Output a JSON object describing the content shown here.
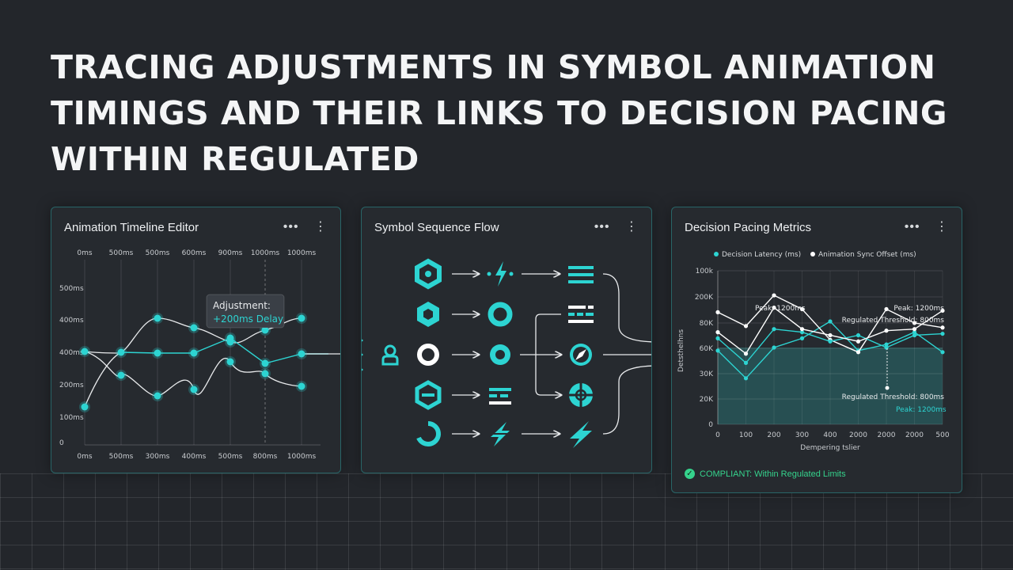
{
  "title": "TRACING ADJUSTMENTS IN SYMBOL ANIMATION TIMINGS AND THEIR LINKS TO DECISION PACING WITHIN REGULATED",
  "colors": {
    "accent": "#2dd4d2",
    "background": "#23262b",
    "compliant": "#35d28c"
  },
  "panels": {
    "timeline": {
      "title": "Animation Timeline Editor",
      "menu_icons": [
        "more-horizontal-icon",
        "more-vertical-icon"
      ],
      "top_ticks": [
        "0ms",
        "500ms",
        "500ms",
        "600ms",
        "900ms",
        "1000ms",
        "1000ms"
      ],
      "bottom_ticks": [
        "0ms",
        "500ms",
        "300ms",
        "400ms",
        "500ms",
        "800ms",
        "1000ms"
      ],
      "y_ticks": [
        "500ms",
        "400ms",
        "400ms",
        "200ms",
        "100ms",
        "0"
      ],
      "tooltip_title": "Adjustment:",
      "tooltip_value": "+200ms Delay"
    },
    "flow": {
      "title": "Symbol Sequence Flow",
      "menu_icons": [
        "more-horizontal-icon",
        "more-vertical-icon"
      ],
      "icons": [
        "hexagon-ring-icon",
        "bolt-icon",
        "lines-icon",
        "hexagon-icon",
        "ring-icon",
        "dashed-lines-icon",
        "user-icon",
        "ring-bold-icon",
        "target-ring-icon",
        "compass-icon",
        "hexagon-split-icon",
        "list-lines-icon",
        "grid-circle-icon",
        "arc-ring-icon",
        "bolt-split-icon",
        "bolt-large-icon"
      ]
    },
    "metrics": {
      "title": "Decision Pacing Metrics",
      "menu_icons": [
        "more-horizontal-icon",
        "more-vertical-icon"
      ],
      "status": "COMPLIANT: Within Regulated Limits"
    }
  },
  "chart_data": {
    "type": "line",
    "title": "",
    "xlabel": "Dempering tslier",
    "ylabel": "Detsthelhns",
    "x_ticks": [
      "0",
      "100",
      "200",
      "300",
      "400",
      "2000",
      "2000",
      "2000",
      "500"
    ],
    "y_ticks": [
      "100k",
      "200K",
      "80K",
      "60K",
      "30K",
      "20K",
      "0"
    ],
    "legend": [
      "Decision Latency (ms)",
      "Animation Sync Offset (ms)"
    ],
    "legend_position": "top",
    "annotations": [
      "Peak: 1200ms",
      "Peak: 1200ms",
      "Regulated Threshold: 800ms",
      "Peak: 1200ms",
      "Regulated Threshold: 800ms"
    ],
    "series": [
      {
        "name": "Decision Latency (ms)",
        "color": "#2dd4d2",
        "values": [
          48,
          30,
          50,
          56,
          67,
          48,
          52,
          60,
          47
        ]
      },
      {
        "name": "Animation Sync Offset (ms)",
        "color": "#ffffff",
        "values": [
          73,
          64,
          84,
          75,
          55,
          47,
          75,
          66,
          63
        ]
      },
      {
        "name": "",
        "color": "#2dd4d2",
        "values": [
          56,
          40,
          62,
          60,
          54,
          58,
          50,
          58,
          59
        ]
      },
      {
        "name": "",
        "color": "#ffffff",
        "values": [
          60,
          46,
          76,
          62,
          58,
          54,
          61,
          62,
          74
        ]
      }
    ],
    "grid": true
  }
}
